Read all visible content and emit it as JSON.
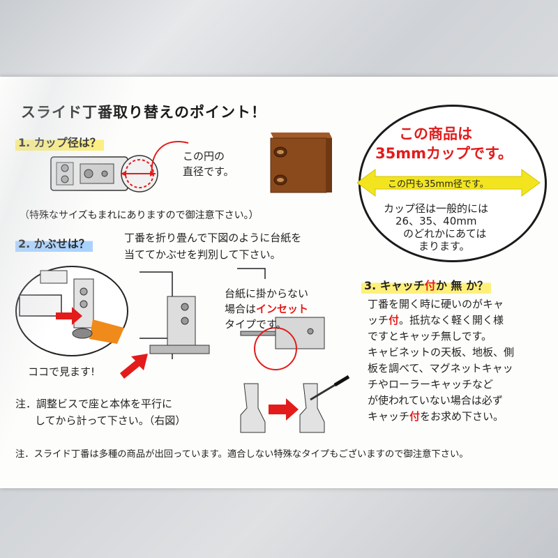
{
  "title": "スライド丁番取り替えのポイント！",
  "section1": {
    "heading": "1. カップ径は？",
    "callout_line1": "この円の",
    "callout_line2": "直径です。",
    "note": "（特殊なサイズもまれにありますので御注意下さい。）"
  },
  "circle_box": {
    "headline_line1": "この商品は",
    "headline_line2": "35mmカップです。",
    "arrow_label": "この円も35mm径です。",
    "body": [
      "カップ径は一般的には",
      "26、35、40mm",
      "のどれかにあては",
      "まります。"
    ]
  },
  "section2": {
    "heading": "2. かぶせは？",
    "intro": [
      "丁番を折り畳んで下図のように台紙を",
      "当ててかぶせを判別して下さい。"
    ],
    "inset_line1": "台紙に掛からない",
    "inset_line2_prefix": "場合は",
    "inset_line2_emph": "インセット",
    "inset_line3": "タイプです。",
    "look_here": "ココで見ます!",
    "adjust_note": [
      "注．調整ビスで座と本体を平行に",
      "してから計って下さい。（右図）"
    ]
  },
  "section3": {
    "heading_prefix": "3. キャッチ",
    "heading_emph": "付",
    "heading_suffix": "か 無 か？",
    "lines": [
      {
        "a": "丁番を開く時に硬いのがキャ",
        "b": "",
        "c": ""
      },
      {
        "a": "ッチ",
        "b": "付",
        "c": "。抵抗なく軽く開く様"
      },
      {
        "a": "ですとキャッチ無しです。",
        "b": "",
        "c": ""
      },
      {
        "a": "キャビネットの天板、地板、側",
        "b": "",
        "c": ""
      },
      {
        "a": "板を調べて、マグネットキャッ",
        "b": "",
        "c": ""
      },
      {
        "a": "チやローラーキャッチなど",
        "b": "",
        "c": ""
      },
      {
        "a": "が使われていない場合は必ず",
        "b": "",
        "c": ""
      },
      {
        "a": "キャッチ",
        "b": "付",
        "c": "をお求め下さい。"
      }
    ]
  },
  "footer_note": "注．スライド丁番は多種の商品が出回っています。適合しない特殊なタイプもございますので御注意下さい。",
  "colors": {
    "accent_red": "#e31b1b",
    "wood": "#8b4a1c",
    "highlight_yellow": "#fff07a",
    "highlight_blue": "#a9d3ff"
  }
}
